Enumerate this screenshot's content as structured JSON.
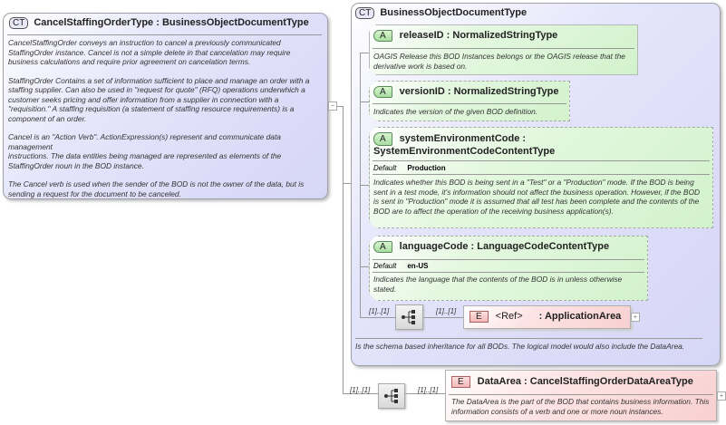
{
  "main_type": {
    "badge": "CT",
    "title": "CancelStaffingOrderType : BusinessObjectDocumentType",
    "description": [
      "CancelStaffingOrder conveys an instruction to cancel a previously communicated StaffingOrder instance. Cancel is not a simple delete in that cancelation may require business calculations and require prior agreement on cancelation terms.",
      "StaffingOrder  Contains a set of information sufficient to place and manage an order with a staffing supplier. Can also be used in \"request for quote\" (RFQ) operations underwhich a customer seeks pricing and offer information from a supplier in connection with a \"requisition.\"  A staffing requisition (a statement of staffing resource requirements) is a component of an order.",
      "Cancel is an \"Action Verb\". ActionExpression(s) represent and communicate data management",
      "instructions. The data entities being managed are represented as elements of the StaffingOrder noun in the BOD instance.",
      "The Cancel verb is used when the sender of the BOD is not the owner of the data, but is sending a request for the document to be canceled."
    ]
  },
  "base_type": {
    "badge": "CT",
    "title": "BusinessObjectDocumentType",
    "description": "Is the schema based inheritance for all BODs. The logical model would also include the DataArea.",
    "attributes": [
      {
        "badge": "A",
        "name": "releaseID : NormalizedStringType",
        "description": "OAGIS Release this BOD Instances belongs or the OAGIS release that the derivative work is based on."
      },
      {
        "badge": "A",
        "name": "versionID : NormalizedStringType",
        "description": "Indicates the version of the given BOD definition."
      },
      {
        "badge": "A",
        "name": "systemEnvironmentCode : SystemEnvironmentCodeContentType",
        "default_label": "Default",
        "default_value": "Production",
        "description": "Indicates whether this BOD is being sent in a \"Test\" or a \"Production\" mode. If the BOD is being sent in a test mode, it's information should not affect the business operation. However, if the BOD is sent in \"Production\" mode it is assumed that all test has been complete and the contents of the BOD are to affect the operation of the receiving business application(s)."
      },
      {
        "badge": "A",
        "name": "languageCode : LanguageCodeContentType",
        "default_label": "Default",
        "default_value": "en-US",
        "description": "Indicates the language that the contents of the BOD is in unless otherwise stated."
      }
    ],
    "sequence_cardinality": "[1]..[1]",
    "application_area": {
      "cardinality": "[1]..[1]",
      "badge": "E",
      "ref": "<Ref>",
      "name": ": ApplicationArea"
    }
  },
  "data_area": {
    "sequence_cardinality": "[1]..[1]",
    "cardinality": "[1]..[1]",
    "badge": "E",
    "name": "DataArea : CancelStaffingOrderDataAreaType",
    "description": "The DataArea is the part of the BOD that contains business information. This information consists of a verb and one or more noun instances."
  },
  "icons": {
    "collapse": "minus-box-icon",
    "expand": "plus-box-icon",
    "sequence": "sequence-icon"
  }
}
